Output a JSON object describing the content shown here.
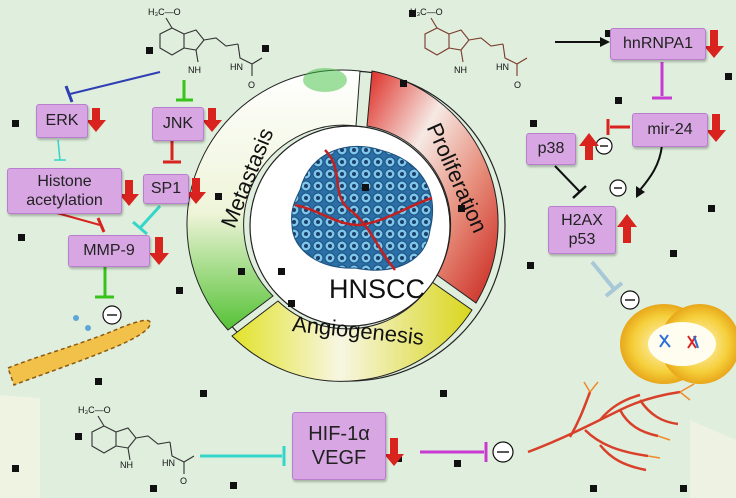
{
  "center_label": "HNSCC",
  "sectors": {
    "metastasis": "Metastasis",
    "proliferation": "Proliferation",
    "angiogenesis": "Angiogenesis"
  },
  "boxes": {
    "erk": "ERK",
    "jnk": "JNK",
    "histone_line1": "Histone",
    "histone_line2": "acetylation",
    "sp1": "SP1",
    "mmp9": "MMP-9",
    "hnrnpa1": "hnRNPA1",
    "mir24": "mir-24",
    "p38": "p38",
    "h2ax_line1": "H2AX",
    "h2ax_line2": "p53",
    "hif_line1": "HIF-1α",
    "hif_line2": "VEGF"
  },
  "molecule": {
    "methoxy": "H₃C—O",
    "nh_ring": "NH",
    "amide_n": "HN",
    "carbonyl_o": "O"
  },
  "colors": {
    "box_fill": "#d7a6e3",
    "down_arrow": "#d9231f",
    "up_arrow": "#d9231f",
    "inhibit_blue": "#2f3fb3",
    "inhibit_green": "#39c21a",
    "inhibit_cyan": "#34d6c9",
    "inhibit_magenta": "#c93ad3",
    "proliferation_red": "#d9231f",
    "angiogenesis_yellow": "#e2e229",
    "metastasis_green": "#3fbf3f"
  }
}
